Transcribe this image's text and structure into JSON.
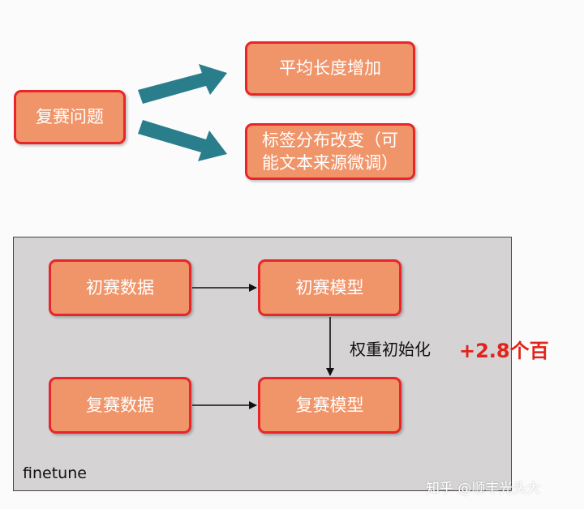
{
  "top": {
    "source": "复赛问题",
    "target1": "平均长度增加",
    "target2_line1": "标签分布改变（可",
    "target2_line2": "能文本来源微调）"
  },
  "panel": {
    "label": "finetune",
    "prelim_data": "初赛数据",
    "prelim_model": "初赛模型",
    "final_data": "复赛数据",
    "final_model": "复赛模型",
    "weight_init": "权重初始化",
    "gain": "+2.8个百"
  },
  "watermark": "知乎 @顺丰光头大",
  "colors": {
    "box_fill": "#f0956a",
    "box_border": "#e8262a",
    "arrow_teal": "#2a7e8c",
    "gain_red": "#e2231a"
  }
}
